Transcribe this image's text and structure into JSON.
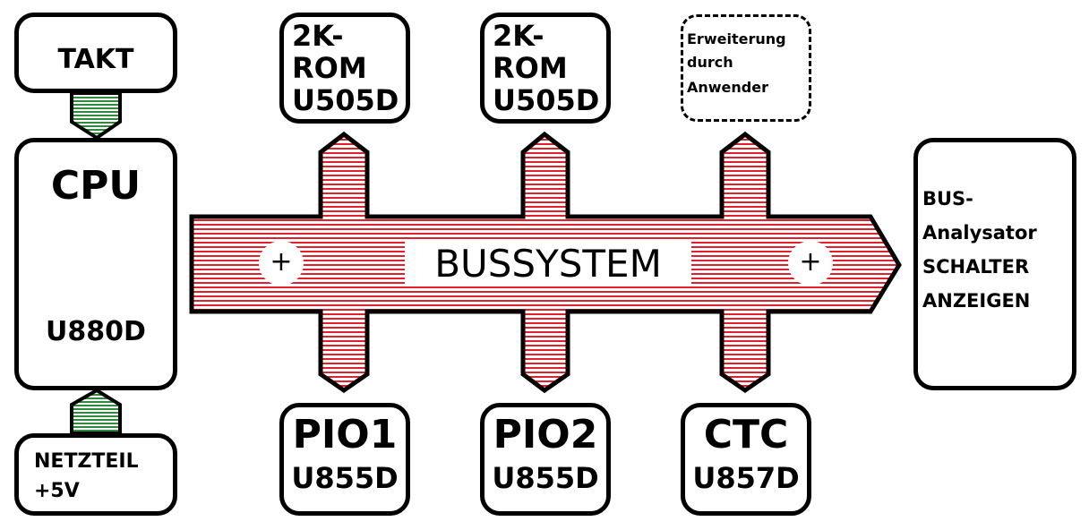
{
  "diagram": {
    "takt": "TAKT",
    "cpu": {
      "title": "CPU",
      "chip": "U880D"
    },
    "netzteil": {
      "line1": "NETZTEIL",
      "line2": "+5V"
    },
    "rom1": {
      "line1": "2K-",
      "line2": "ROM",
      "line3": "U505D"
    },
    "rom2": {
      "line1": "2K-",
      "line2": "ROM",
      "line3": "U505D"
    },
    "erweiterung": {
      "line1": "Erweiterung",
      "line2": "durch",
      "line3": "Anwender"
    },
    "bus": {
      "label": "BUSSYSTEM",
      "plus_left": "+",
      "plus_right": "+"
    },
    "pio1": {
      "title": "PIO1",
      "chip": "U855D"
    },
    "pio2": {
      "title": "PIO2",
      "chip": "U855D"
    },
    "ctc": {
      "title": "CTC",
      "chip": "U857D"
    },
    "analysator": {
      "line1": "BUS-",
      "line2": "Analysator",
      "line3": "SCHALTER",
      "line4": "ANZEIGEN"
    }
  },
  "colors": {
    "bus_stripe": "#e0202a",
    "connector_stripe": "#2e8b3a",
    "outline": "#000000",
    "background": "#ffffff"
  }
}
